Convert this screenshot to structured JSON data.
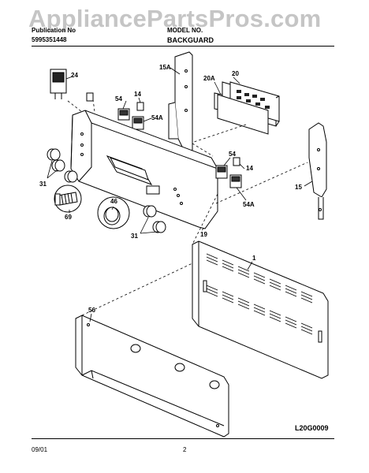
{
  "header": {
    "publication_label": "Publication No",
    "publication_number": "5995351448",
    "model_number": "MODEL NO.",
    "section_title": "BACKGUARD"
  },
  "watermark": "AppliancePartsPros.com",
  "callouts": {
    "c24": "24",
    "c14a": "14",
    "c54a": "54",
    "c54Aa": "54A",
    "c15A": "15A",
    "c20": "20",
    "c20A": "20A",
    "c54b": "54",
    "c14b": "14",
    "c54Ab": "54A",
    "c15": "15",
    "c31a": "31",
    "c69": "69",
    "c46": "46",
    "c31b": "31",
    "c19": "19",
    "c1": "1",
    "c56": "56"
  },
  "footer": {
    "date": "09/01",
    "page": "2",
    "diagram_id": "L20G0009"
  },
  "colors": {
    "line": "#000000",
    "watermark": "#969696",
    "paper": "#ffffff"
  }
}
